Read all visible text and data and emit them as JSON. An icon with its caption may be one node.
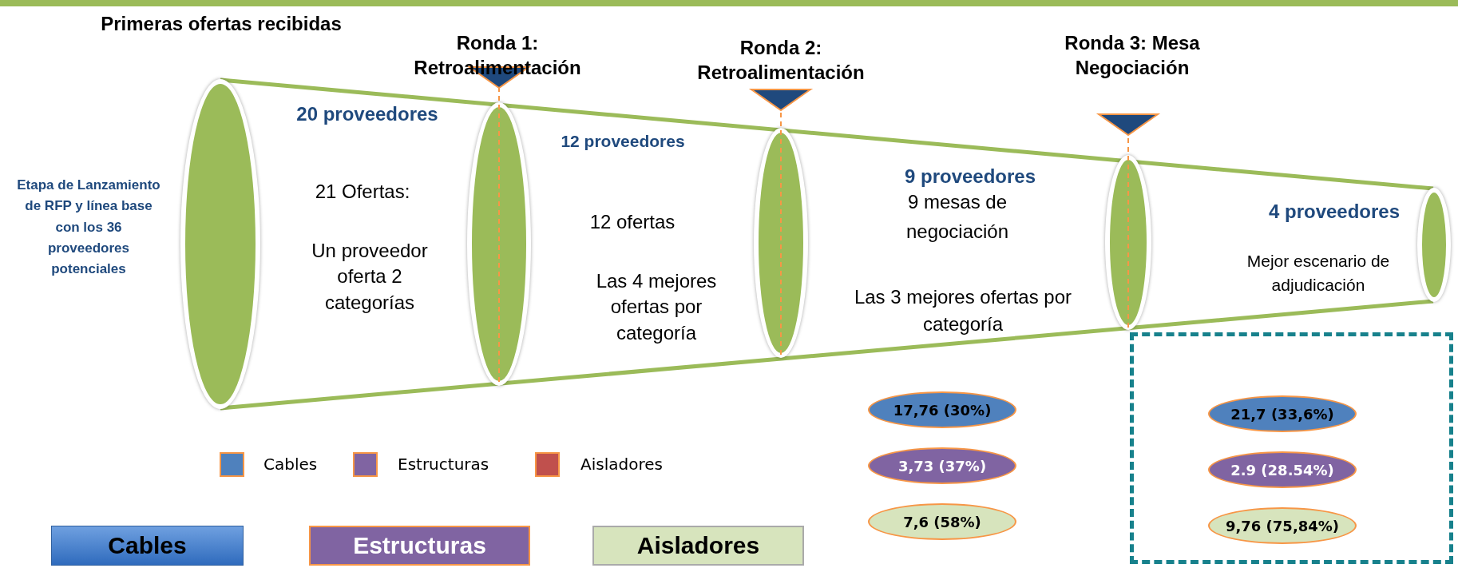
{
  "diagram": {
    "nodes": [
      {
        "text": [],
        "shape": "ellipse"
      },
      {
        "text": [],
        "shape": "ellipse"
      },
      {
        "text": [],
        "shape": "ellipse"
      },
      {
        "text": [],
        "shape": "ellipse"
      },
      {
        "text": [],
        "shape": "ellipse"
      },
      {
        "text": [
          "17,76 (30%)"
        ]
      },
      {
        "text": [
          "3,73 (37%)"
        ]
      },
      {
        "text": [
          "7,6 (58%)"
        ]
      },
      {
        "text": [],
        "shape": "box"
      },
      {
        "text": [
          "21,7 (33,6%)"
        ],
        "in": 8
      },
      {
        "text": [
          "2.9 (28.54%)"
        ],
        "in": 8
      },
      {
        "text": [
          "9,76 (75,84%)"
        ],
        "in": 8
      },
      {
        "text": [
          "Cables"
        ]
      },
      {
        "text": [
          "Estructuras"
        ]
      },
      {
        "text": [
          "Aisladores"
        ]
      }
    ],
    "labels": [
      "Primeras ofertas recibidas",
      "Ronda 1: Retroalimentación",
      "Ronda 2: Retroalimentación",
      "Ronda 3: Mesa Negociación",
      "Etapa de Lanzamiento de RFP y línea base con los 36 proveedores potenciales",
      "20 proveedores",
      "21 Ofertas:",
      "Un proveedor oferta 2 categorías",
      "12 proveedores",
      "12 ofertas",
      "Las 4 mejores ofertas por categoría",
      "9 proveedores",
      "9 mesas de negociación",
      "Las 3 mejores ofertas por categoría",
      "4 proveedores",
      "Mejor escenario de adjudicación"
    ],
    "legend": [
      {
        "text": "Cables",
        "color": "#4f81bd"
      },
      {
        "text": "Estructuras",
        "color": "#8064a2"
      },
      {
        "text": "Aisladores",
        "color": "#c0504d"
      }
    ]
  }
}
